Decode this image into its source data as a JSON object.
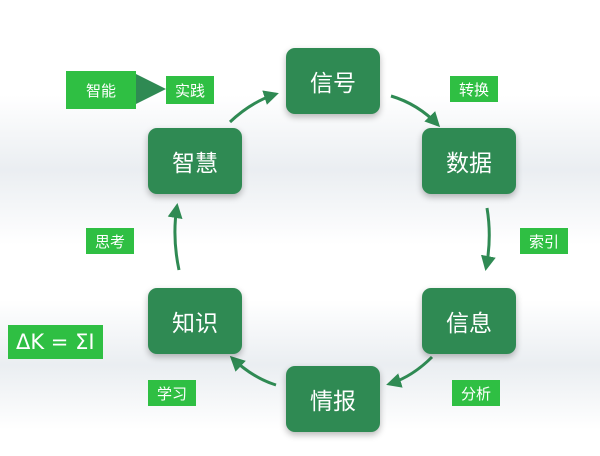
{
  "nodes": {
    "signal": "信号",
    "data": "数据",
    "information": "信息",
    "intelligence": "情报",
    "knowledge": "知识",
    "wisdom": "智慧"
  },
  "edge_labels": {
    "convert": "转换",
    "index": "索引",
    "analyze": "分析",
    "learn": "学习",
    "think": "思考"
  },
  "side_boxes": {
    "intelligent": "智能",
    "practice": "实践",
    "formula": "ΔK = ΣI"
  },
  "colors": {
    "node": "#2f8a53",
    "tag": "#2fbf43",
    "arrow": "#2f8a53"
  }
}
